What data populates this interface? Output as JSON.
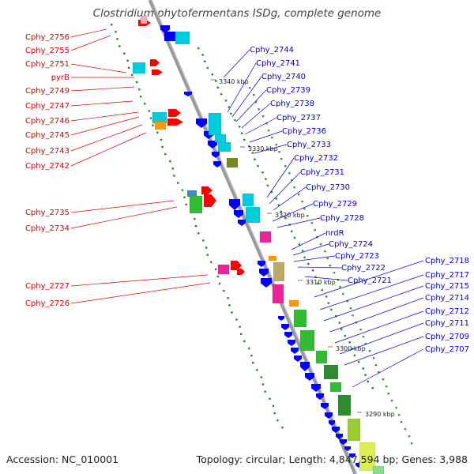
{
  "title": "Clostridium phytofermentans ISDg, complete genome",
  "footer": {
    "accession": "Accession: NC_010001",
    "topology": "Topology: circular; Length: 4,847,594 bp; Genes: 3,988"
  },
  "colors": {
    "reverse_strand_label": "#e00000",
    "forward_strand_label": "#0000dd",
    "backbone": "#999999",
    "gc_dots": "#228b22",
    "feature_cds_forward": "#0000ff",
    "feature_cds_reverse": "#ff0000",
    "feature_cyan": "#00ccdd",
    "feature_green": "#33bb33",
    "feature_olive": "#778822",
    "feature_magenta": "#ee2299",
    "feature_orange": "#ff9900"
  },
  "ticks": [
    "3340 kbp",
    "3330 kbp",
    "3320 kbp",
    "3310 kbp",
    "3300 kbp",
    "3290 kbp"
  ],
  "left_labels": [
    "Cphy_2756",
    "Cphy_2755",
    "Cphy_2751",
    "pyrB",
    "Cphy_2749",
    "Cphy_2747",
    "Cphy_2746",
    "Cphy_2745",
    "Cphy_2743",
    "Cphy_2742",
    "Cphy_2735",
    "Cphy_2734",
    "Cphy_2727",
    "Cphy_2726"
  ],
  "right_labels_inner": [
    "Cphy_2744",
    "Cphy_2741",
    "Cphy_2740",
    "Cphy_2739",
    "Cphy_2738",
    "Cphy_2737",
    "Cphy_2736",
    "Cphy_2733",
    "Cphy_2732",
    "Cphy_2731",
    "Cphy_2730",
    "Cphy_2729",
    "Cphy_2728",
    "nrdR",
    "Cphy_2724",
    "Cphy_2723",
    "Cphy_2722",
    "Cphy_2721"
  ],
  "right_labels_outer": [
    "Cphy_2718",
    "Cphy_2717",
    "Cphy_2715",
    "Cphy_2714",
    "Cphy_2712",
    "Cphy_2711",
    "Cphy_2709",
    "Cphy_2707"
  ]
}
